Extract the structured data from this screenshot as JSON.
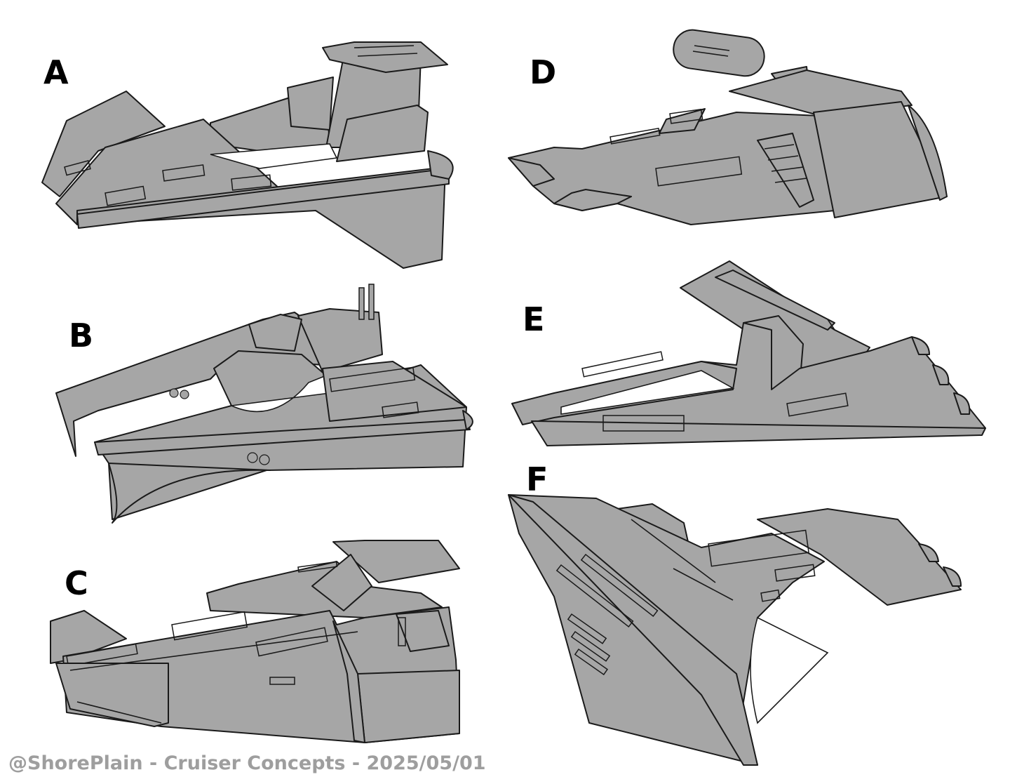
{
  "concepts": [
    {
      "id": "A"
    },
    {
      "id": "B"
    },
    {
      "id": "C"
    },
    {
      "id": "D"
    },
    {
      "id": "E"
    },
    {
      "id": "F"
    }
  ],
  "footer": {
    "credit": "@ShorePlain - Cruiser Concepts - 2025/05/01"
  },
  "colors": {
    "hull": "#a6a6a6",
    "ink": "#1a1a1a",
    "footer_text": "#9e9e9e",
    "background": "#ffffff"
  }
}
